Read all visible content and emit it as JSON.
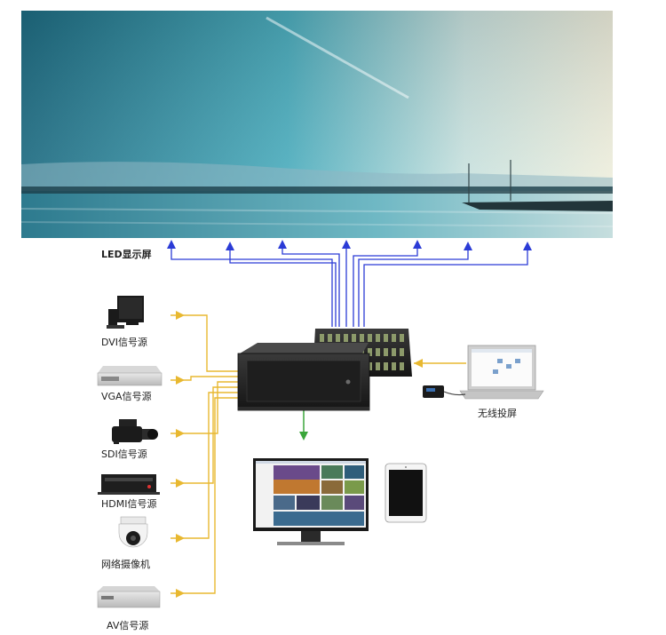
{
  "led_label": "LED显示屏",
  "wireless_label": "无线投屏",
  "sources": [
    {
      "label": "DVI信号源",
      "icon": "desktop-computer-icon"
    },
    {
      "label": "VGA信号源",
      "icon": "vga-box-icon"
    },
    {
      "label": "SDI信号源",
      "icon": "video-camera-icon"
    },
    {
      "label": "HDMI信号源",
      "icon": "hdmi-box-icon"
    },
    {
      "label": "网络摄像机",
      "icon": "dome-camera-icon"
    },
    {
      "label": "AV信号源",
      "icon": "av-box-icon"
    }
  ],
  "colors": {
    "blue_line": "#2b3bd6",
    "yellow_line": "#e8b830",
    "green_arrow": "#3aa63a"
  }
}
